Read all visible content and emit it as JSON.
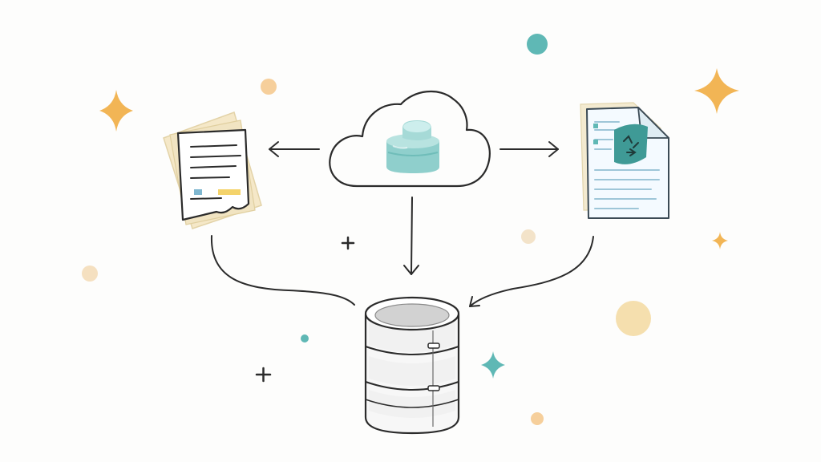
{
  "colors": {
    "background": "#fdfdfc",
    "ink": "#2b2b2b",
    "teal": "#5fb8b5",
    "teal_light": "#9fd6d3",
    "gold": "#f2b555",
    "peach": "#f6cf9b",
    "cream": "#f5e8c8",
    "yellow_highlight": "#f4d36b",
    "blue_highlight": "#7fb7d0",
    "paper_blue": "#eaf4f8",
    "paper_line": "#9ec6d8",
    "cylinder_gray": "#e8e8e8"
  },
  "icons": {
    "cloud": "cloud-icon",
    "cloud_content": "database-shape-icon",
    "left_document": "document-stack-icon",
    "right_document": "blue-document-icon",
    "storage": "server-cylinder-icon"
  },
  "diagram": {
    "nodes": [
      {
        "id": "cloud",
        "icon": "cloud-icon"
      },
      {
        "id": "left-document",
        "icon": "document-stack-icon"
      },
      {
        "id": "right-document",
        "icon": "blue-document-icon"
      },
      {
        "id": "storage",
        "icon": "server-cylinder-icon"
      }
    ],
    "edges": [
      {
        "from": "cloud",
        "to": "left-document",
        "style": "arrow"
      },
      {
        "from": "cloud",
        "to": "right-document",
        "style": "arrow"
      },
      {
        "from": "cloud",
        "to": "storage",
        "style": "arrow"
      },
      {
        "from": "left-document",
        "to": "storage",
        "style": "curve"
      },
      {
        "from": "right-document",
        "to": "storage",
        "style": "curve-arrow"
      }
    ]
  }
}
